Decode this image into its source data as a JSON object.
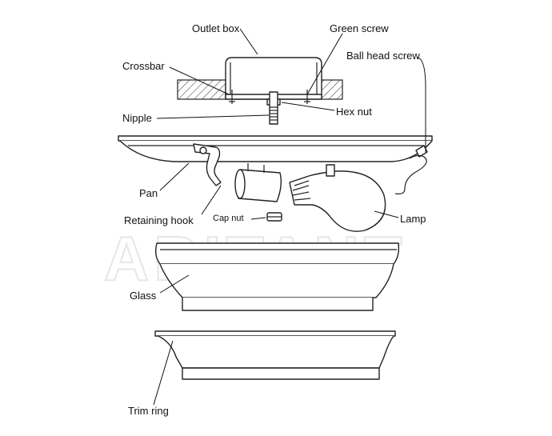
{
  "labels": {
    "outlet_box": "Outlet box",
    "green_screw": "Green screw",
    "ball_head_screw": "Ball head screw",
    "crossbar": "Crossbar",
    "hex_nut": "Hex nut",
    "nipple": "Nipple",
    "pan": "Pan",
    "retaining_hook": "Retaining hook",
    "cap_nut": "Cap nut",
    "lamp": "Lamp",
    "glass": "Glass",
    "trim_ring": "Trim ring"
  },
  "watermark": "ABITANT"
}
